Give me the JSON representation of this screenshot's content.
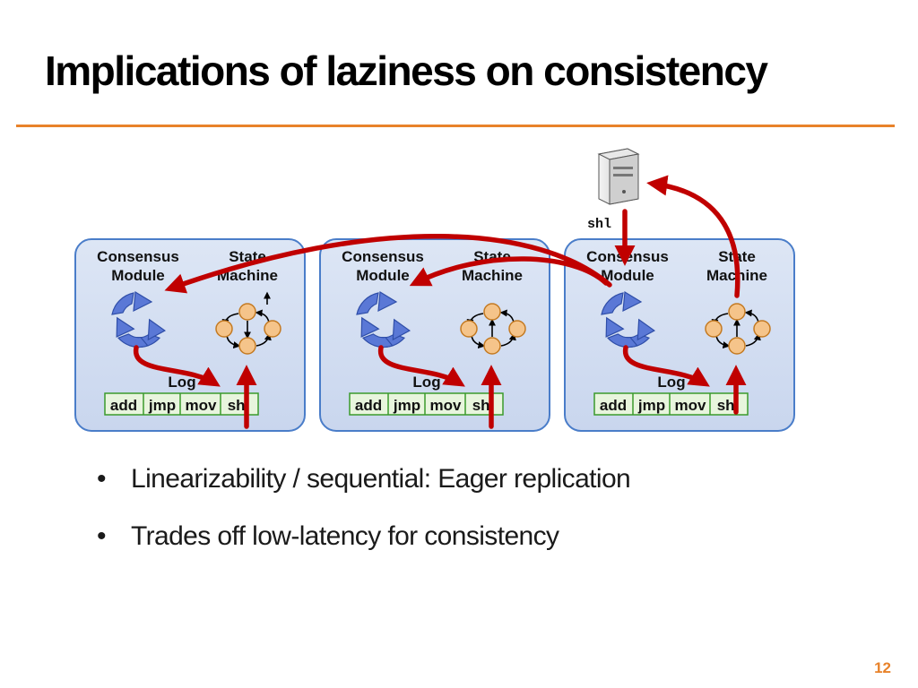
{
  "slide": {
    "title": "Implications of laziness on consistency",
    "page_number": "12",
    "accent_color": "#e8822a",
    "arrow_color": "#c00000"
  },
  "server": {
    "icon": "server-icon",
    "command_label": "shl"
  },
  "replicas": [
    {
      "consensus_line1": "Consensus",
      "consensus_line2": "Module",
      "state_line1": "State",
      "state_line2": "Machine",
      "log_label": "Log",
      "log_entries": [
        "add",
        "jmp",
        "mov",
        "shl"
      ]
    },
    {
      "consensus_line1": "Consensus",
      "consensus_line2": "Module",
      "state_line1": "State",
      "state_line2": "Machine",
      "log_label": "Log",
      "log_entries": [
        "add",
        "jmp",
        "mov",
        "shl"
      ]
    },
    {
      "consensus_line1": "Consensus",
      "consensus_line2": "Module",
      "state_line1": "State",
      "state_line2": "Machine",
      "log_label": "Log",
      "log_entries": [
        "add",
        "jmp",
        "mov",
        "shl"
      ]
    }
  ],
  "bullets": [
    "Linearizability / sequential:  Eager replication",
    "Trades off low-latency for consistency"
  ]
}
